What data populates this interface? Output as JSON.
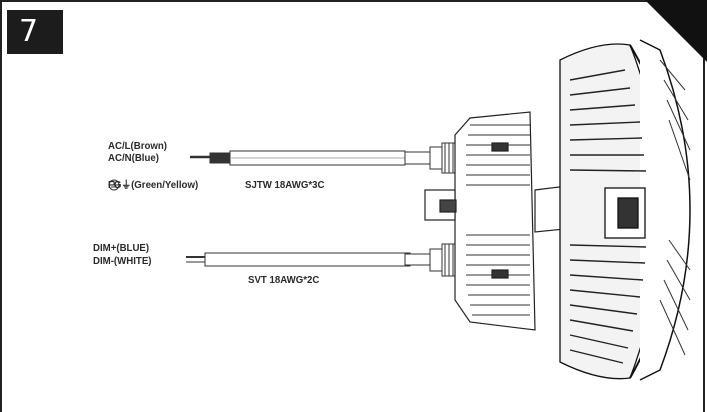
{
  "step": {
    "number": "7"
  },
  "labels": {
    "ac_l": "AC/L(Brown)",
    "ac_n": "AC/N(Blue)",
    "fg": "FG⏚(Green/Yellow)",
    "sjtw": "SJTW 18AWG*3C",
    "dim_plus": "DIM+(BLUE)",
    "dim_minus": "DIM-(WHITE)",
    "svt": "SVT 18AWG*2C"
  },
  "colors": {
    "frame": "#222222",
    "badge": "#1c1c1c",
    "line": "#333333"
  },
  "icons": {
    "ground": "ground-symbol-icon"
  }
}
